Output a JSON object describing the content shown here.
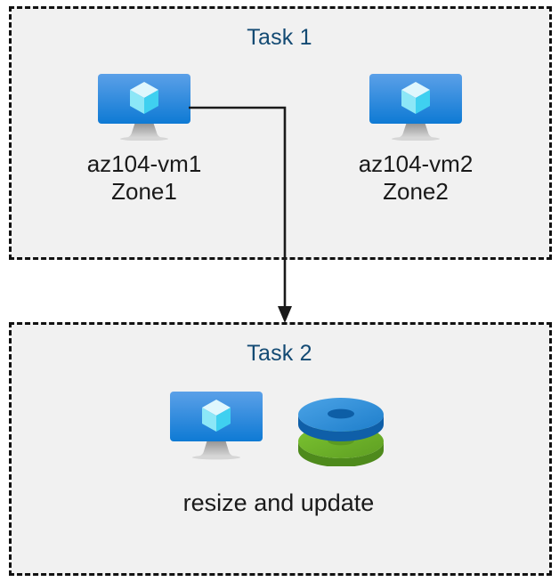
{
  "diagram": {
    "title_color": "#134A73",
    "label_color": "#1A1A1A",
    "box_fill": "#F1F1F1",
    "box_border_color": "#111111",
    "connector_color": "#1A1A1A",
    "canvas_background": "#FFFFFF",
    "groups": [
      {
        "id": "task1",
        "title": "Task 1",
        "nodes": [
          {
            "icon": "virtual-machine-icon",
            "label": "az104-vm1\nZone1"
          },
          {
            "icon": "virtual-machine-icon",
            "label": "az104-vm2\nZone2"
          }
        ]
      },
      {
        "id": "task2",
        "title": "Task 2",
        "nodes": [
          {
            "icon": "virtual-machine-icon",
            "secondary_icon": "disks-icon",
            "label": "resize and update"
          }
        ]
      }
    ],
    "connector": {
      "name": "task1-to-task2-arrow",
      "from": "az104-vm1",
      "to": "task2",
      "arrowhead": "down"
    },
    "icon_colors": {
      "vm_screen_top": "#5BA0E8",
      "vm_screen_bottom": "#0E7AD4",
      "vm_cube_light": "#CFF2FC",
      "vm_cube_mid": "#7FE3F8",
      "vm_cube_dark": "#3FD0F0",
      "vm_stand": "#9C9C9C",
      "disk_blue_top": "#3190DC",
      "disk_blue_side": "#1273C4",
      "disk_blue_hole": "#0F5FA8",
      "disk_green_top": "#6FB62B",
      "disk_green_side": "#579120",
      "disk_green_hole": "#4E8A1C"
    }
  }
}
